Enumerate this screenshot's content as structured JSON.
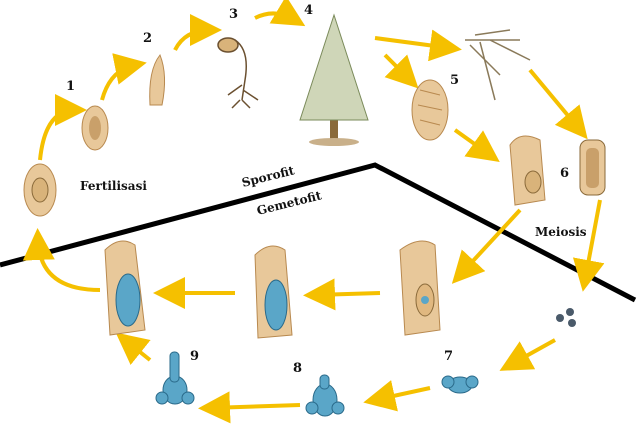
{
  "labels": {
    "fertilization": "Fertilisasi",
    "sporophyte": "Sporofit",
    "gametophyte": "Gemetofit",
    "meiosis": "Meiosis"
  },
  "stage_numbers": [
    "1",
    "2",
    "3",
    "4",
    "5",
    "6",
    "7",
    "8",
    "9"
  ],
  "colors": {
    "arrow": "#f5c000",
    "tissue": "#e8c89a",
    "tissue_dark": "#b8894f",
    "gametophyte": "#5aa6c8",
    "divider": "#000000"
  }
}
